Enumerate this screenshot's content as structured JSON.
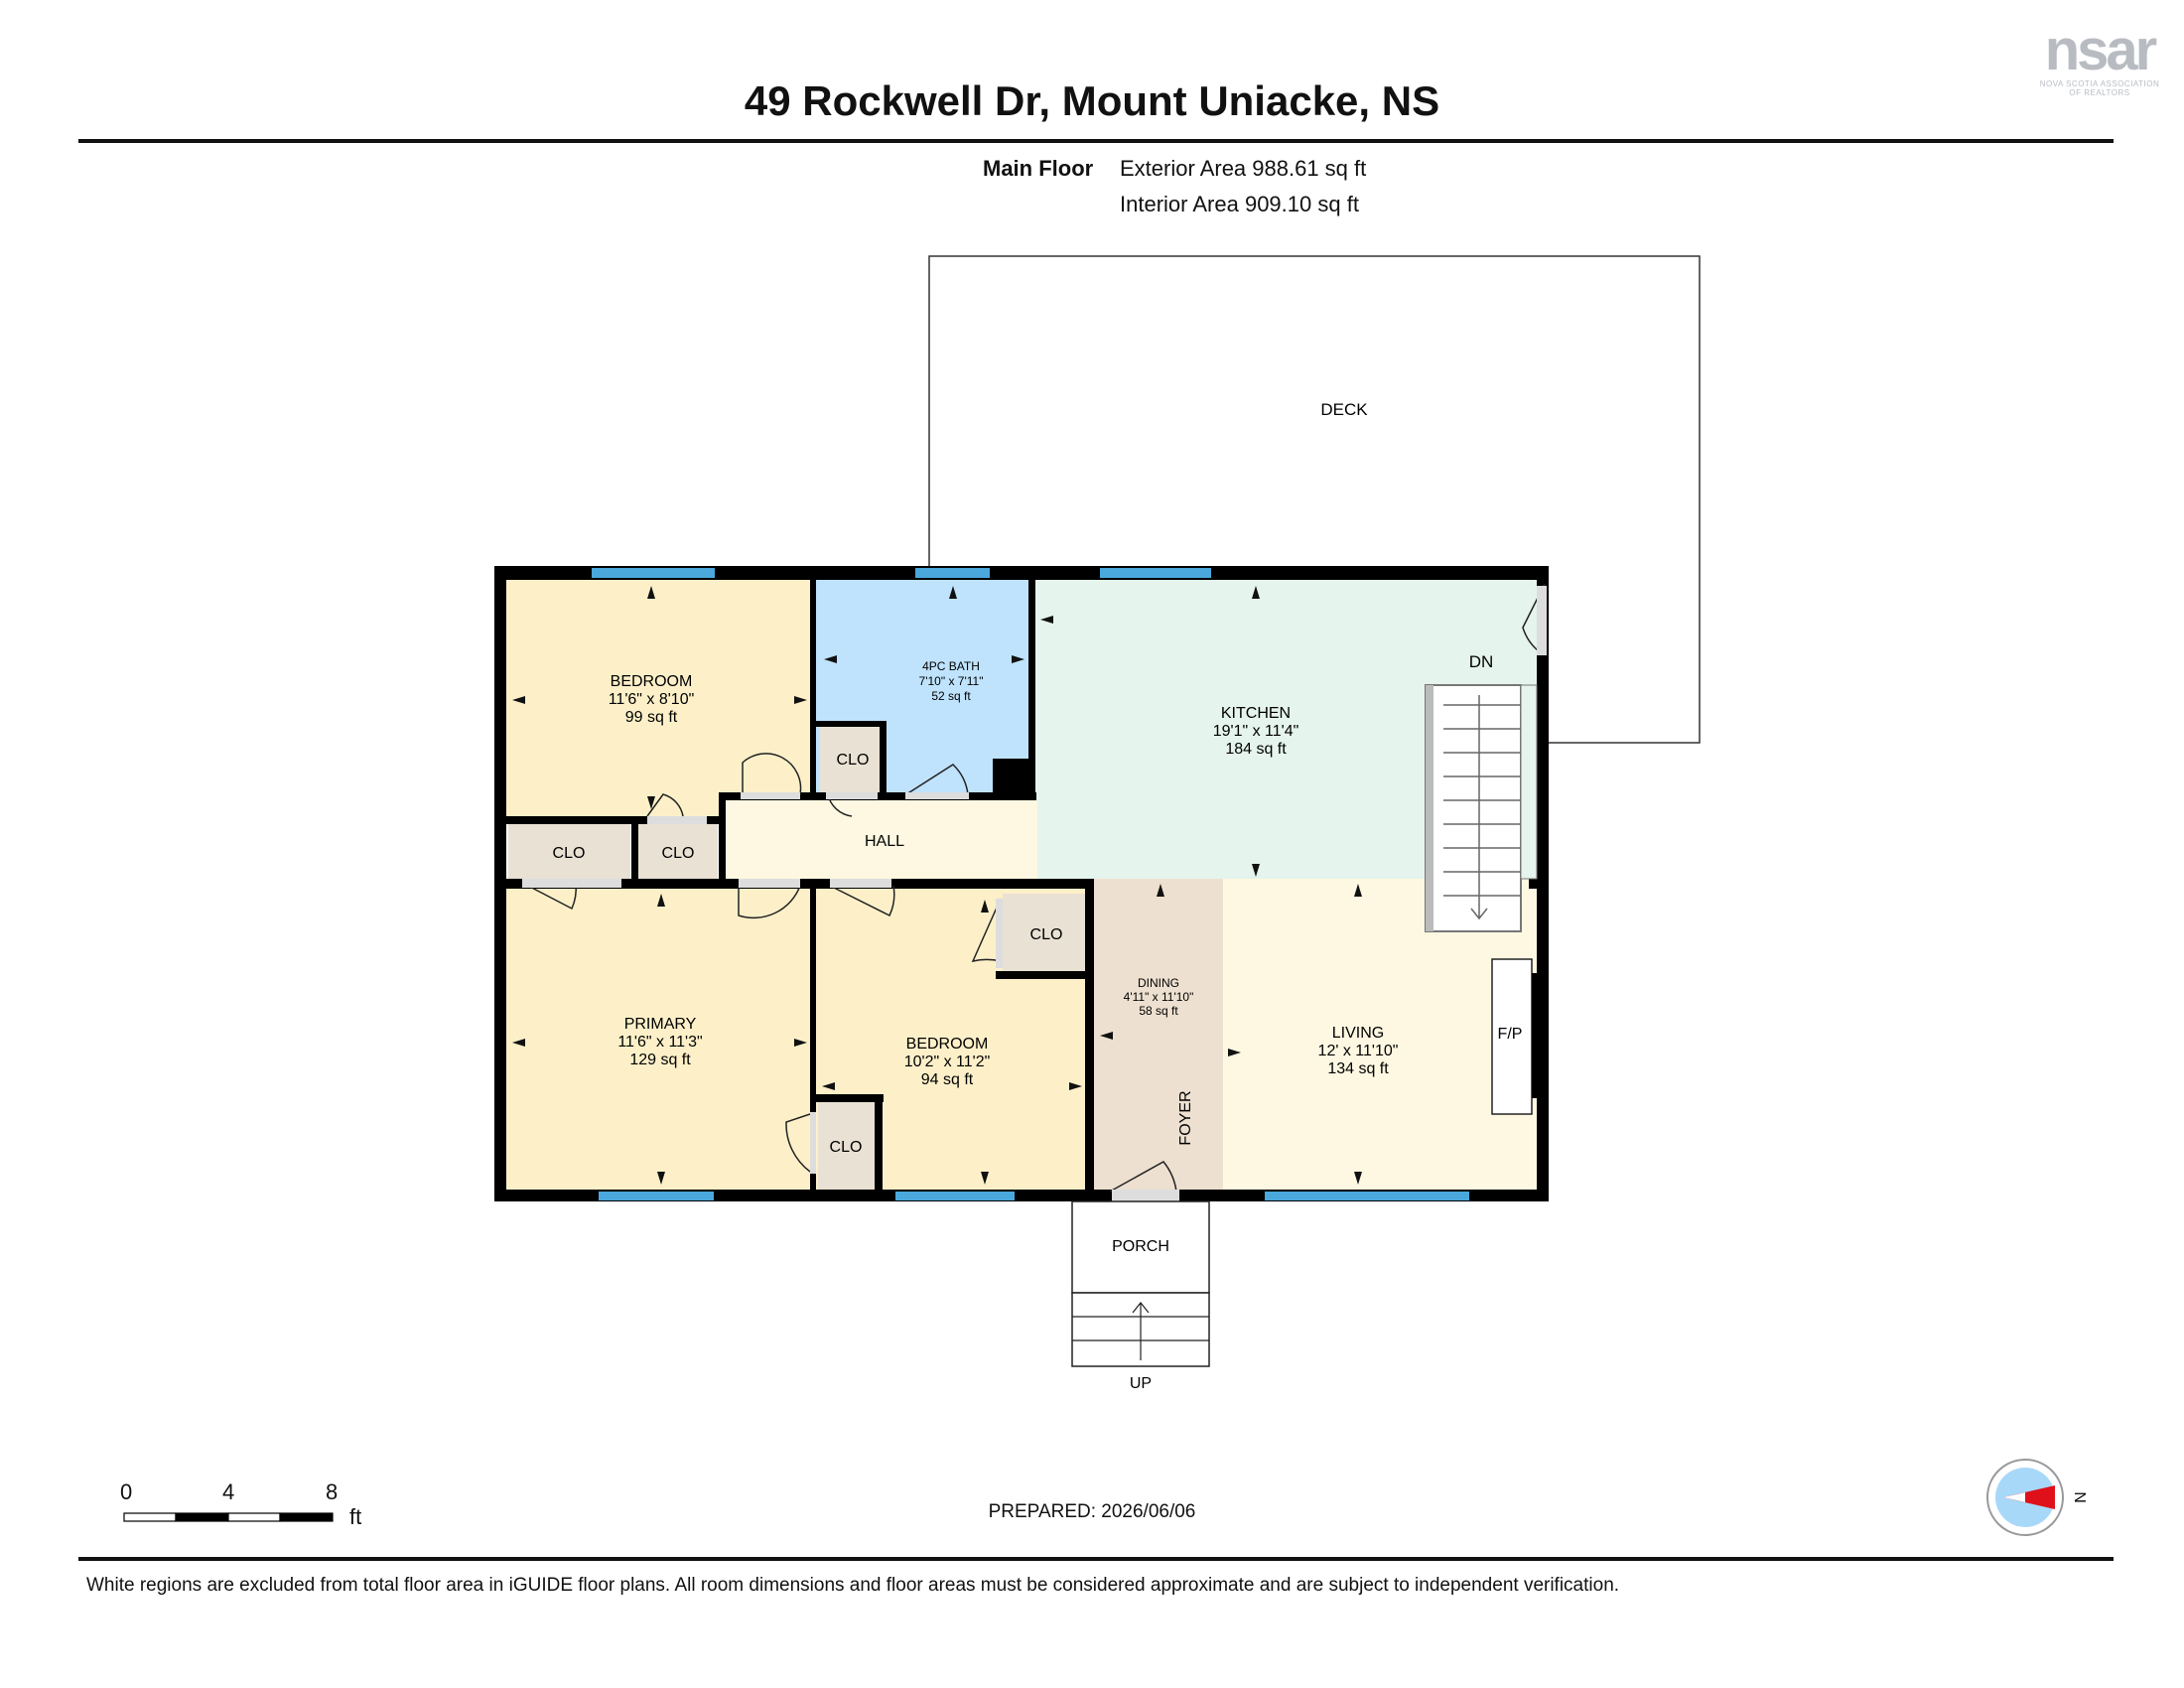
{
  "header": {
    "title": "49 Rockwell Dr, Mount Uniacke, NS",
    "floor_label": "Main Floor",
    "exterior_area": "Exterior Area 988.61 sq ft",
    "interior_area": "Interior Area 909.10 sq ft"
  },
  "logo": {
    "mark": "nsar",
    "subtitle_line1": "NOVA SCOTIA ASSOCIATION",
    "subtitle_line2": "OF REALTORS"
  },
  "colors": {
    "bedroom": "#fdf0c9",
    "bath": "#bfe3fc",
    "kitchen": "#e5f4ec",
    "living": "#fef8e2",
    "hall": "#fef8e2",
    "dining": "#ede0d0",
    "closet": "#e9e1d3",
    "wall": "#000000",
    "window": "#4aa8dd",
    "compass_fill": "#a8d8f8",
    "compass_arrow": "#e0101a"
  },
  "rooms": {
    "bedroom_top": {
      "name": "BEDROOM",
      "dims": "11'6\" x 8'10\"",
      "area": "99 sq ft"
    },
    "bath": {
      "name": "4PC BATH",
      "dims": "7'10\" x 7'11\"",
      "area": "52 sq ft"
    },
    "kitchen": {
      "name": "KITCHEN",
      "dims": "19'1\" x 11'4\"",
      "area": "184 sq ft"
    },
    "primary": {
      "name": "PRIMARY",
      "dims": "11'6\" x 11'3\"",
      "area": "129 sq ft"
    },
    "bedroom_bottom": {
      "name": "BEDROOM",
      "dims": "10'2\" x 11'2\"",
      "area": "94 sq ft"
    },
    "dining": {
      "name": "DINING",
      "dims": "4'11\" x 11'10\"",
      "area": "58 sq ft"
    },
    "living": {
      "name": "LIVING",
      "dims": "12' x 11'10\"",
      "area": "134 sq ft"
    }
  },
  "labels": {
    "deck": "DECK",
    "hall": "HALL",
    "closet": "CLO",
    "down": "DN",
    "fireplace": "F/P",
    "foyer": "FOYER",
    "porch": "PORCH",
    "up": "UP"
  },
  "scale": {
    "ticks": [
      "0",
      "4",
      "8"
    ],
    "unit": "ft"
  },
  "compass": {
    "label": "N"
  },
  "footer": {
    "prepared": "PREPARED: 2026/06/06",
    "disclaimer": "White regions are excluded from total floor area in iGUIDE floor plans. All room dimensions and floor areas must be considered approximate and are subject to independent verification."
  }
}
